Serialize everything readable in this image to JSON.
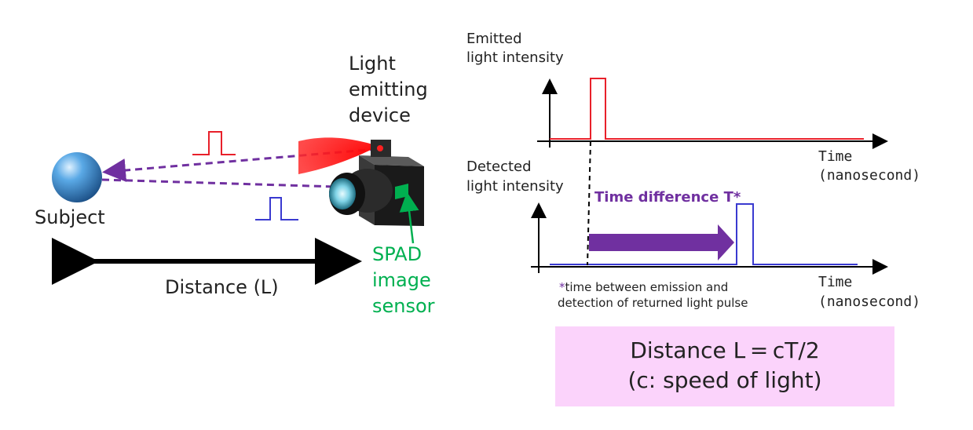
{
  "left_diagram": {
    "device_label": [
      "Light",
      "emitting",
      "device"
    ],
    "subject_label": "Subject",
    "distance_label": "Distance (L)",
    "sensor_label": [
      "SPAD",
      "image",
      "sensor"
    ]
  },
  "emitted_chart": {
    "ylabel": [
      "Emitted",
      "light intensity"
    ],
    "xlabel": [
      "Time",
      "(nanosecond)"
    ]
  },
  "detected_chart": {
    "ylabel": [
      "Detected",
      "light intensity"
    ],
    "xlabel": [
      "Time",
      "(nanosecond)"
    ],
    "arrow_label": "Time difference T*",
    "footnote_star": "*",
    "footnote": [
      "time between emission and",
      "detection of returned light pulse"
    ]
  },
  "formula": {
    "line1": "Distance L = cT/2",
    "line2": "(c: speed of light)"
  },
  "colors": {
    "emitted": "#e8202a",
    "detected": "#3a3ad0",
    "arrow": "#7030a0",
    "sensor": "#00b050",
    "formula_bg": "#fbd3fb"
  }
}
